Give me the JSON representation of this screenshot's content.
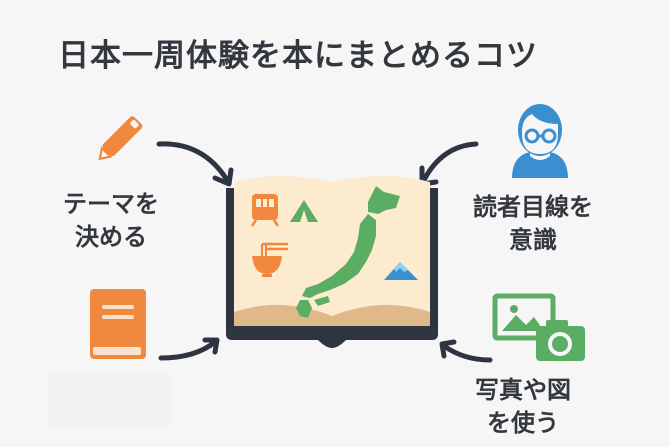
{
  "title": "日本一周体験を本にまとめるコツ",
  "tips": [
    {
      "id": "theme",
      "line1": "テーマを",
      "line2": "決める",
      "icon": "pencil-icon",
      "color": "#f0893d"
    },
    {
      "id": "reader",
      "line1": "読者目線を",
      "line2": "意識",
      "icon": "reader-with-glasses-icon",
      "color": "#3a8fd0"
    },
    {
      "id": "book",
      "line1": "",
      "line2": "",
      "icon": "book-icon",
      "color": "#f0893d"
    },
    {
      "id": "photos",
      "line1": "写真や図",
      "line2": "を使う",
      "icon": "photo-camera-icon",
      "color": "#5cad64"
    }
  ],
  "center": {
    "name": "open-book-japan-map",
    "icons": [
      "train-icon",
      "tent-icon",
      "ramen-icon",
      "japan-map",
      "mount-fuji-icon"
    ]
  },
  "colors": {
    "background": "#f6f6f7",
    "text": "#33383f",
    "orange": "#f0893d",
    "green": "#5cad64",
    "blue": "#3a8fd0",
    "page": "#fdebd0",
    "page_edge": "#e0b98a",
    "cover": "#2e3440"
  }
}
